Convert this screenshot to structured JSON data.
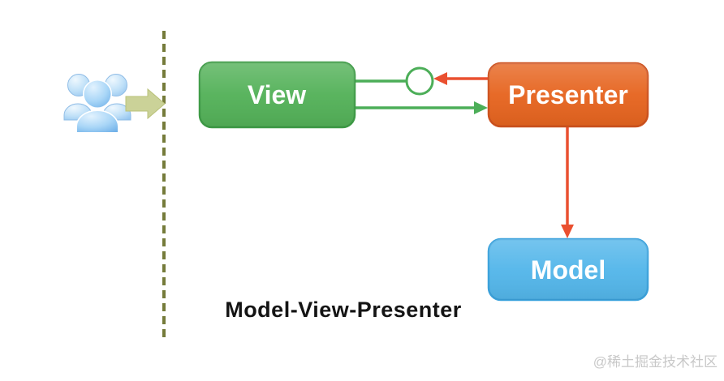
{
  "diagram": {
    "title": "Model-View-Presenter",
    "watermark": "@稀土掘金技术社区",
    "nodes": {
      "view": {
        "label": "View",
        "fill": "#53B158",
        "stroke": "#3E9B46"
      },
      "presenter": {
        "label": "Presenter",
        "fill": "#E6641F",
        "stroke": "#CE521E"
      },
      "model": {
        "label": "Model",
        "fill": "#53B6EA",
        "stroke": "#3BA2DC"
      }
    },
    "colors": {
      "green_link": "#4CAE58",
      "red_link": "#EA5030",
      "boundary_dash": "#757B3A",
      "user_arrow": "#CBD298",
      "users_icon_blue": "#A9D4F3",
      "title": "#141414",
      "watermark": "#C8C8C8"
    }
  }
}
